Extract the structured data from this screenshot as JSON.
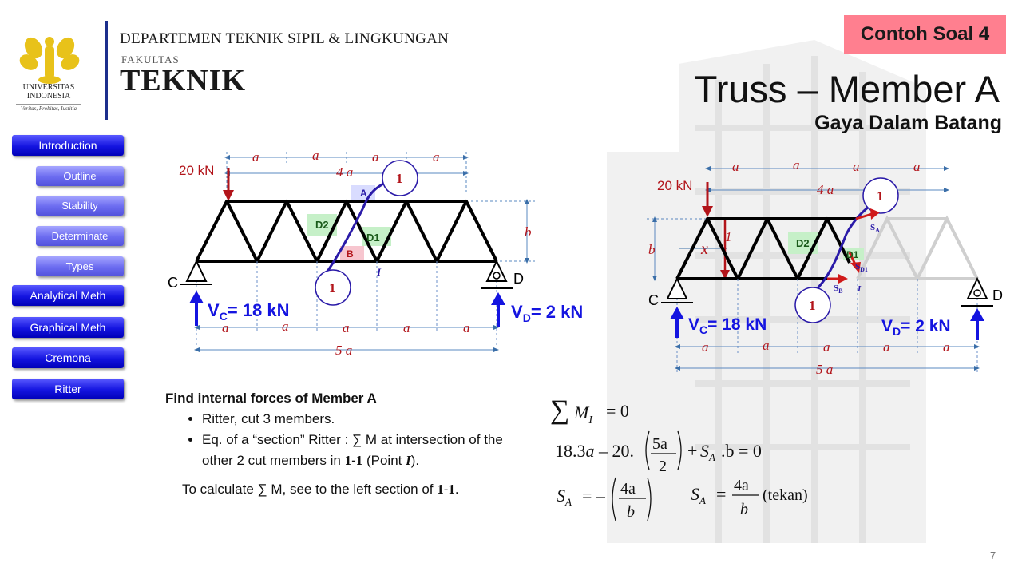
{
  "header": {
    "university_line1": "UNIVERSITAS",
    "university_line2": "INDONESIA",
    "motto": "Veritas, Probitas, Iustitia",
    "department": "DEPARTEMEN TEKNIK SIPIL & LINGKUNGAN",
    "faculty_small": "FAKULTAS",
    "faculty_big": "TEKNIK"
  },
  "badge": {
    "text": "Contoh Soal 4",
    "color": "#ff7f8f"
  },
  "title": {
    "main": "Truss – Member A",
    "sub": "Gaya Dalam Batang"
  },
  "nav": {
    "items": [
      {
        "label": "Introduction",
        "level": "main"
      },
      {
        "label": "Outline",
        "level": "sub"
      },
      {
        "label": "Stability",
        "level": "sub"
      },
      {
        "label": "Determinate",
        "level": "sub"
      },
      {
        "label": "Types",
        "level": "sub"
      },
      {
        "label": "Analytical Meth",
        "level": "main"
      },
      {
        "label": "Graphical Meth",
        "level": "main"
      },
      {
        "label": "Cremona",
        "level": "main"
      },
      {
        "label": "Ritter",
        "level": "main"
      }
    ]
  },
  "diagram_left": {
    "load": "20 kN",
    "span_label": "a",
    "top_total": "4 a",
    "bottom_total": "5 a",
    "height_label": "b",
    "support_left": "C",
    "support_right": "D",
    "reaction_left": "V",
    "reaction_left_sub": "C",
    "reaction_left_value": "= 18 kN",
    "reaction_right": "V",
    "reaction_right_sub": "D",
    "reaction_right_value": "= 2 kN",
    "cut_label": "1",
    "member_a": "A",
    "member_b": "B",
    "member_d1": "D1",
    "member_d2": "D2",
    "point_i": "I"
  },
  "diagram_right": {
    "load": "20 kN",
    "span_label": "a",
    "top_total": "4 a",
    "bottom_total": "5 a",
    "height_label": "b",
    "x_label": "x",
    "one_label": "1",
    "support_left": "C",
    "support_right": "D",
    "reaction_left": "V",
    "reaction_left_sub": "C",
    "reaction_left_value": "= 18 kN",
    "reaction_right": "V",
    "reaction_right_sub": "D",
    "reaction_right_value": "= 2 kN",
    "cut_label": "1",
    "sa": "S",
    "sa_sub": "A",
    "sb": "S",
    "sb_sub": "B",
    "sd1": "S",
    "sd1_sub": "D1",
    "member_d1": "D1",
    "member_d2": "D2",
    "point_i": "I"
  },
  "body": {
    "heading": "Find internal forces of Member A",
    "bullet1": "Ritter, cut 3 members.",
    "bullet2_a": "Eq. of a “section” Ritter : ∑ M at intersection of the other 2 cut members in ",
    "bullet2_b": "1",
    "bullet2_c": "-",
    "bullet2_d": "1",
    "bullet2_e": " (Point ",
    "bullet2_f": "I",
    "bullet2_g": ").",
    "note_a": "To calculate ∑ M, see to the left section of ",
    "note_b": "1",
    "note_c": "-",
    "note_d": "1",
    "note_e": "."
  },
  "equations": {
    "sum": "∑",
    "m": "M",
    "m_sub": "I",
    "eq_zero": "= 0",
    "line2_a": "18.3",
    "line2_b": "a",
    "line2_c": " – 20.",
    "frac1_num": "5a",
    "frac1_den": "2",
    "line2_d": "+",
    "line2_e": "S",
    "line2_e_sub": "A",
    "line2_f": ".b = 0",
    "sa": "S",
    "sa_sub": "A",
    "eq_neg": "= –",
    "frac2_num": "4a",
    "frac2_den": "b",
    "eq_pos": "=",
    "tekan": "(tekan)"
  },
  "page_number": "7"
}
